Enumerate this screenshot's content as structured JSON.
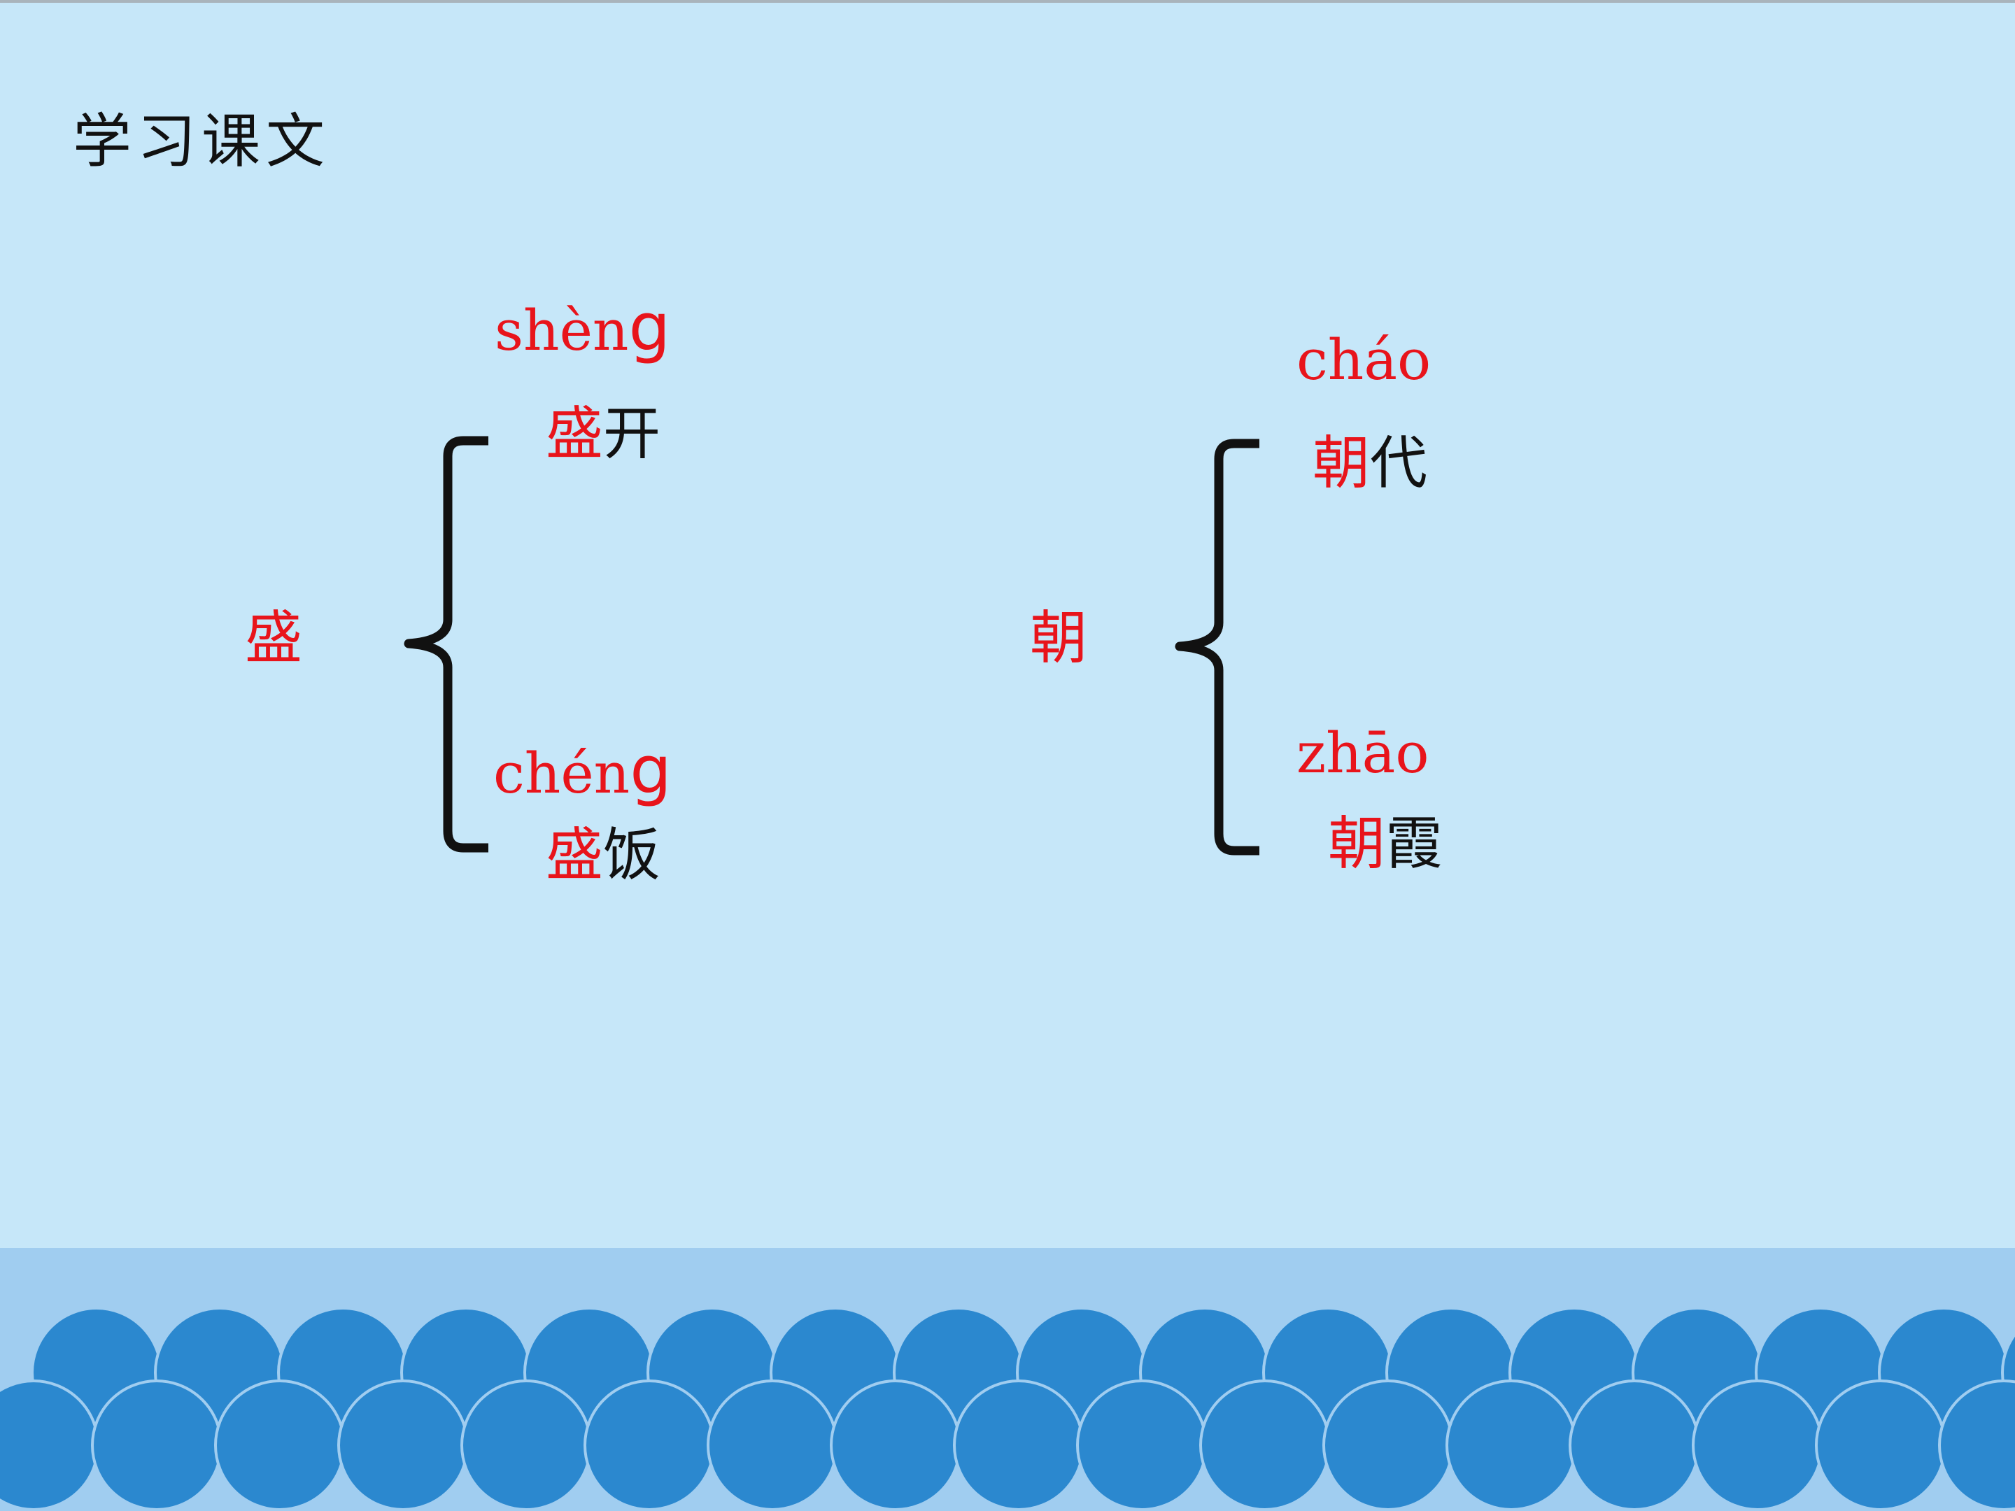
{
  "slide": {
    "title": "学习课文"
  },
  "groups": [
    {
      "character": "盛",
      "readings": [
        {
          "pinyin_main": "shèn",
          "pinyin_tail": "g",
          "word_head": "盛",
          "word_tail": "开"
        },
        {
          "pinyin_main": "chén",
          "pinyin_tail": "g",
          "word_head": "盛",
          "word_tail": "饭"
        }
      ]
    },
    {
      "character": "朝",
      "readings": [
        {
          "pinyin_main": "cháo",
          "word_head": "朝",
          "word_tail": "代"
        },
        {
          "pinyin_main": "zhāo",
          "word_head": "朝",
          "word_tail": "霞"
        }
      ]
    }
  ],
  "colors": {
    "background": "#c6e7f9",
    "accent_red": "#e8141b",
    "text_black": "#111111",
    "sea_band": "#a0cdf0",
    "wave": "#2b88cf"
  }
}
